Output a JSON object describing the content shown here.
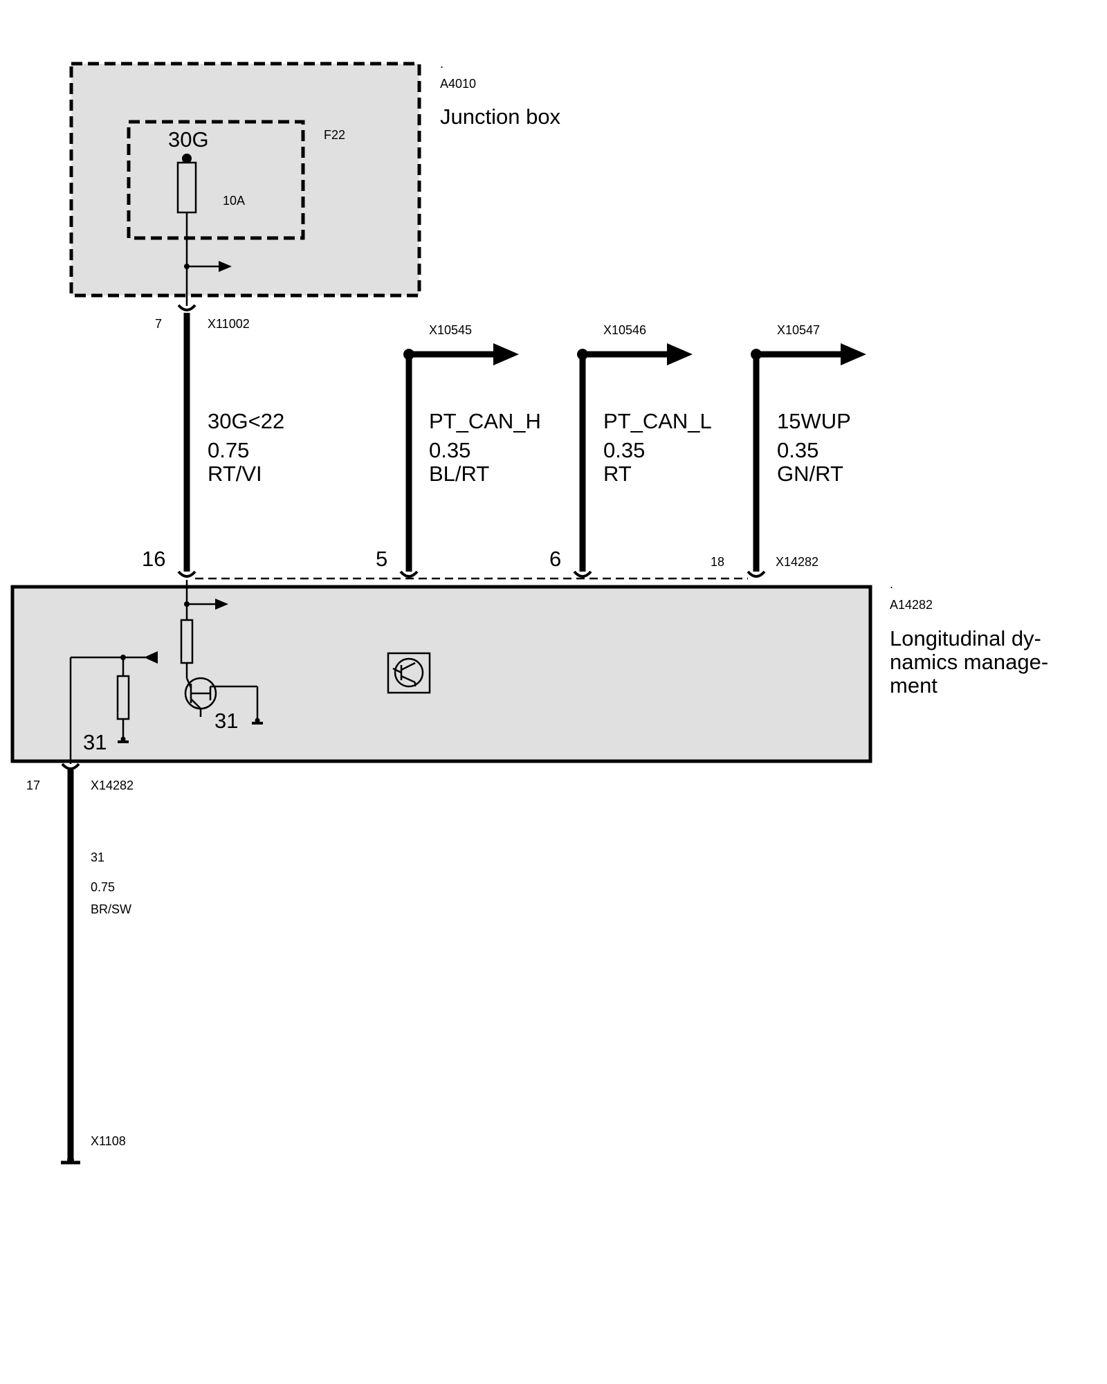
{
  "junction_box": {
    "dot": ".",
    "id": "A4010",
    "name": "Junction box",
    "fuse": {
      "id": "F22",
      "terminal": "30G",
      "rating": "10A"
    },
    "output_connector": {
      "pin": "7",
      "id": "X11002"
    }
  },
  "wires": [
    {
      "signal": "30G<22",
      "size": "0.75",
      "color": "RT/VI"
    },
    {
      "signal": "PT_CAN_H",
      "size": "0.35",
      "color": "BL/RT",
      "connector": "X10545"
    },
    {
      "signal": "PT_CAN_L",
      "size": "0.35",
      "color": "RT",
      "connector": "X10546"
    },
    {
      "signal": "15WUP",
      "size": "0.35",
      "color": "GN/RT",
      "connector": "X10547"
    }
  ],
  "ecu": {
    "dot": ".",
    "id": "A14282",
    "name_lines": [
      "Longitudinal dy-",
      "namics manage-",
      "ment"
    ],
    "connector_id": "X14282",
    "pins": [
      "16",
      "5",
      "6",
      "18"
    ],
    "internal_ground_left": "31",
    "internal_ground_right": "31",
    "ground_pin": "17",
    "ground_connector": "X14282"
  },
  "ground_wire": {
    "signal": "31",
    "size": "0.75",
    "color": "BR/SW",
    "ground_point": "X1108"
  },
  "colors": {
    "box_fill": "#e0e0e0",
    "line": "#000000"
  }
}
